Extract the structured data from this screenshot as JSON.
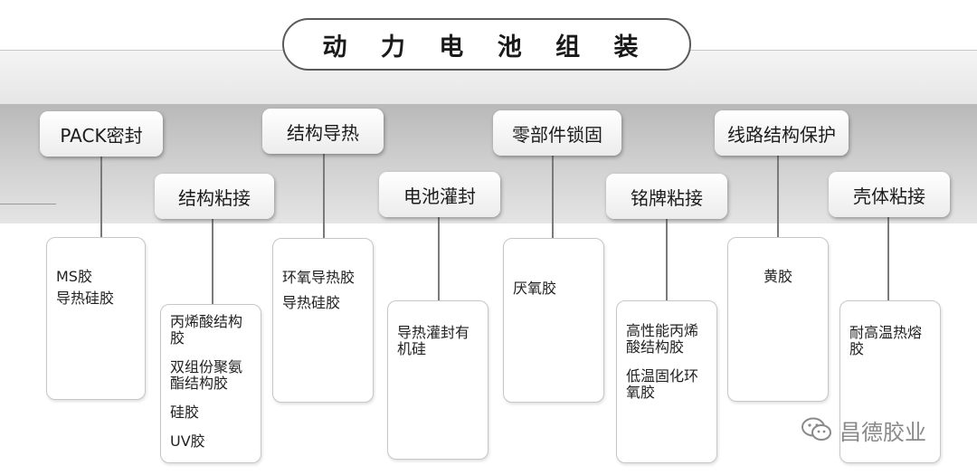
{
  "title": "动 力 电 池 组 装",
  "categories": [
    {
      "name": "PACK密封",
      "products": [
        "MS胶",
        "导热硅胶"
      ]
    },
    {
      "name": "结构粘接",
      "products": [
        "丙烯酸结构胶",
        "双组份聚氨酯结构胶",
        "硅胶",
        "UV胶"
      ]
    },
    {
      "name": "结构导热",
      "products": [
        "环氧导热胶",
        "导热硅胶"
      ]
    },
    {
      "name": "电池灌封",
      "products": [
        "导热灌封有机硅"
      ]
    },
    {
      "name": "零部件锁固",
      "products": [
        "厌氧胶"
      ]
    },
    {
      "name": "铭牌粘接",
      "products": [
        "高性能丙烯酸结构胶",
        "低温固化环氧胶"
      ]
    },
    {
      "name": "线路结构保护",
      "products": [
        "黄胶"
      ]
    },
    {
      "name": "壳体粘接",
      "products": [
        "耐高温热熔胶"
      ]
    }
  ],
  "watermark": "昌德胶业"
}
